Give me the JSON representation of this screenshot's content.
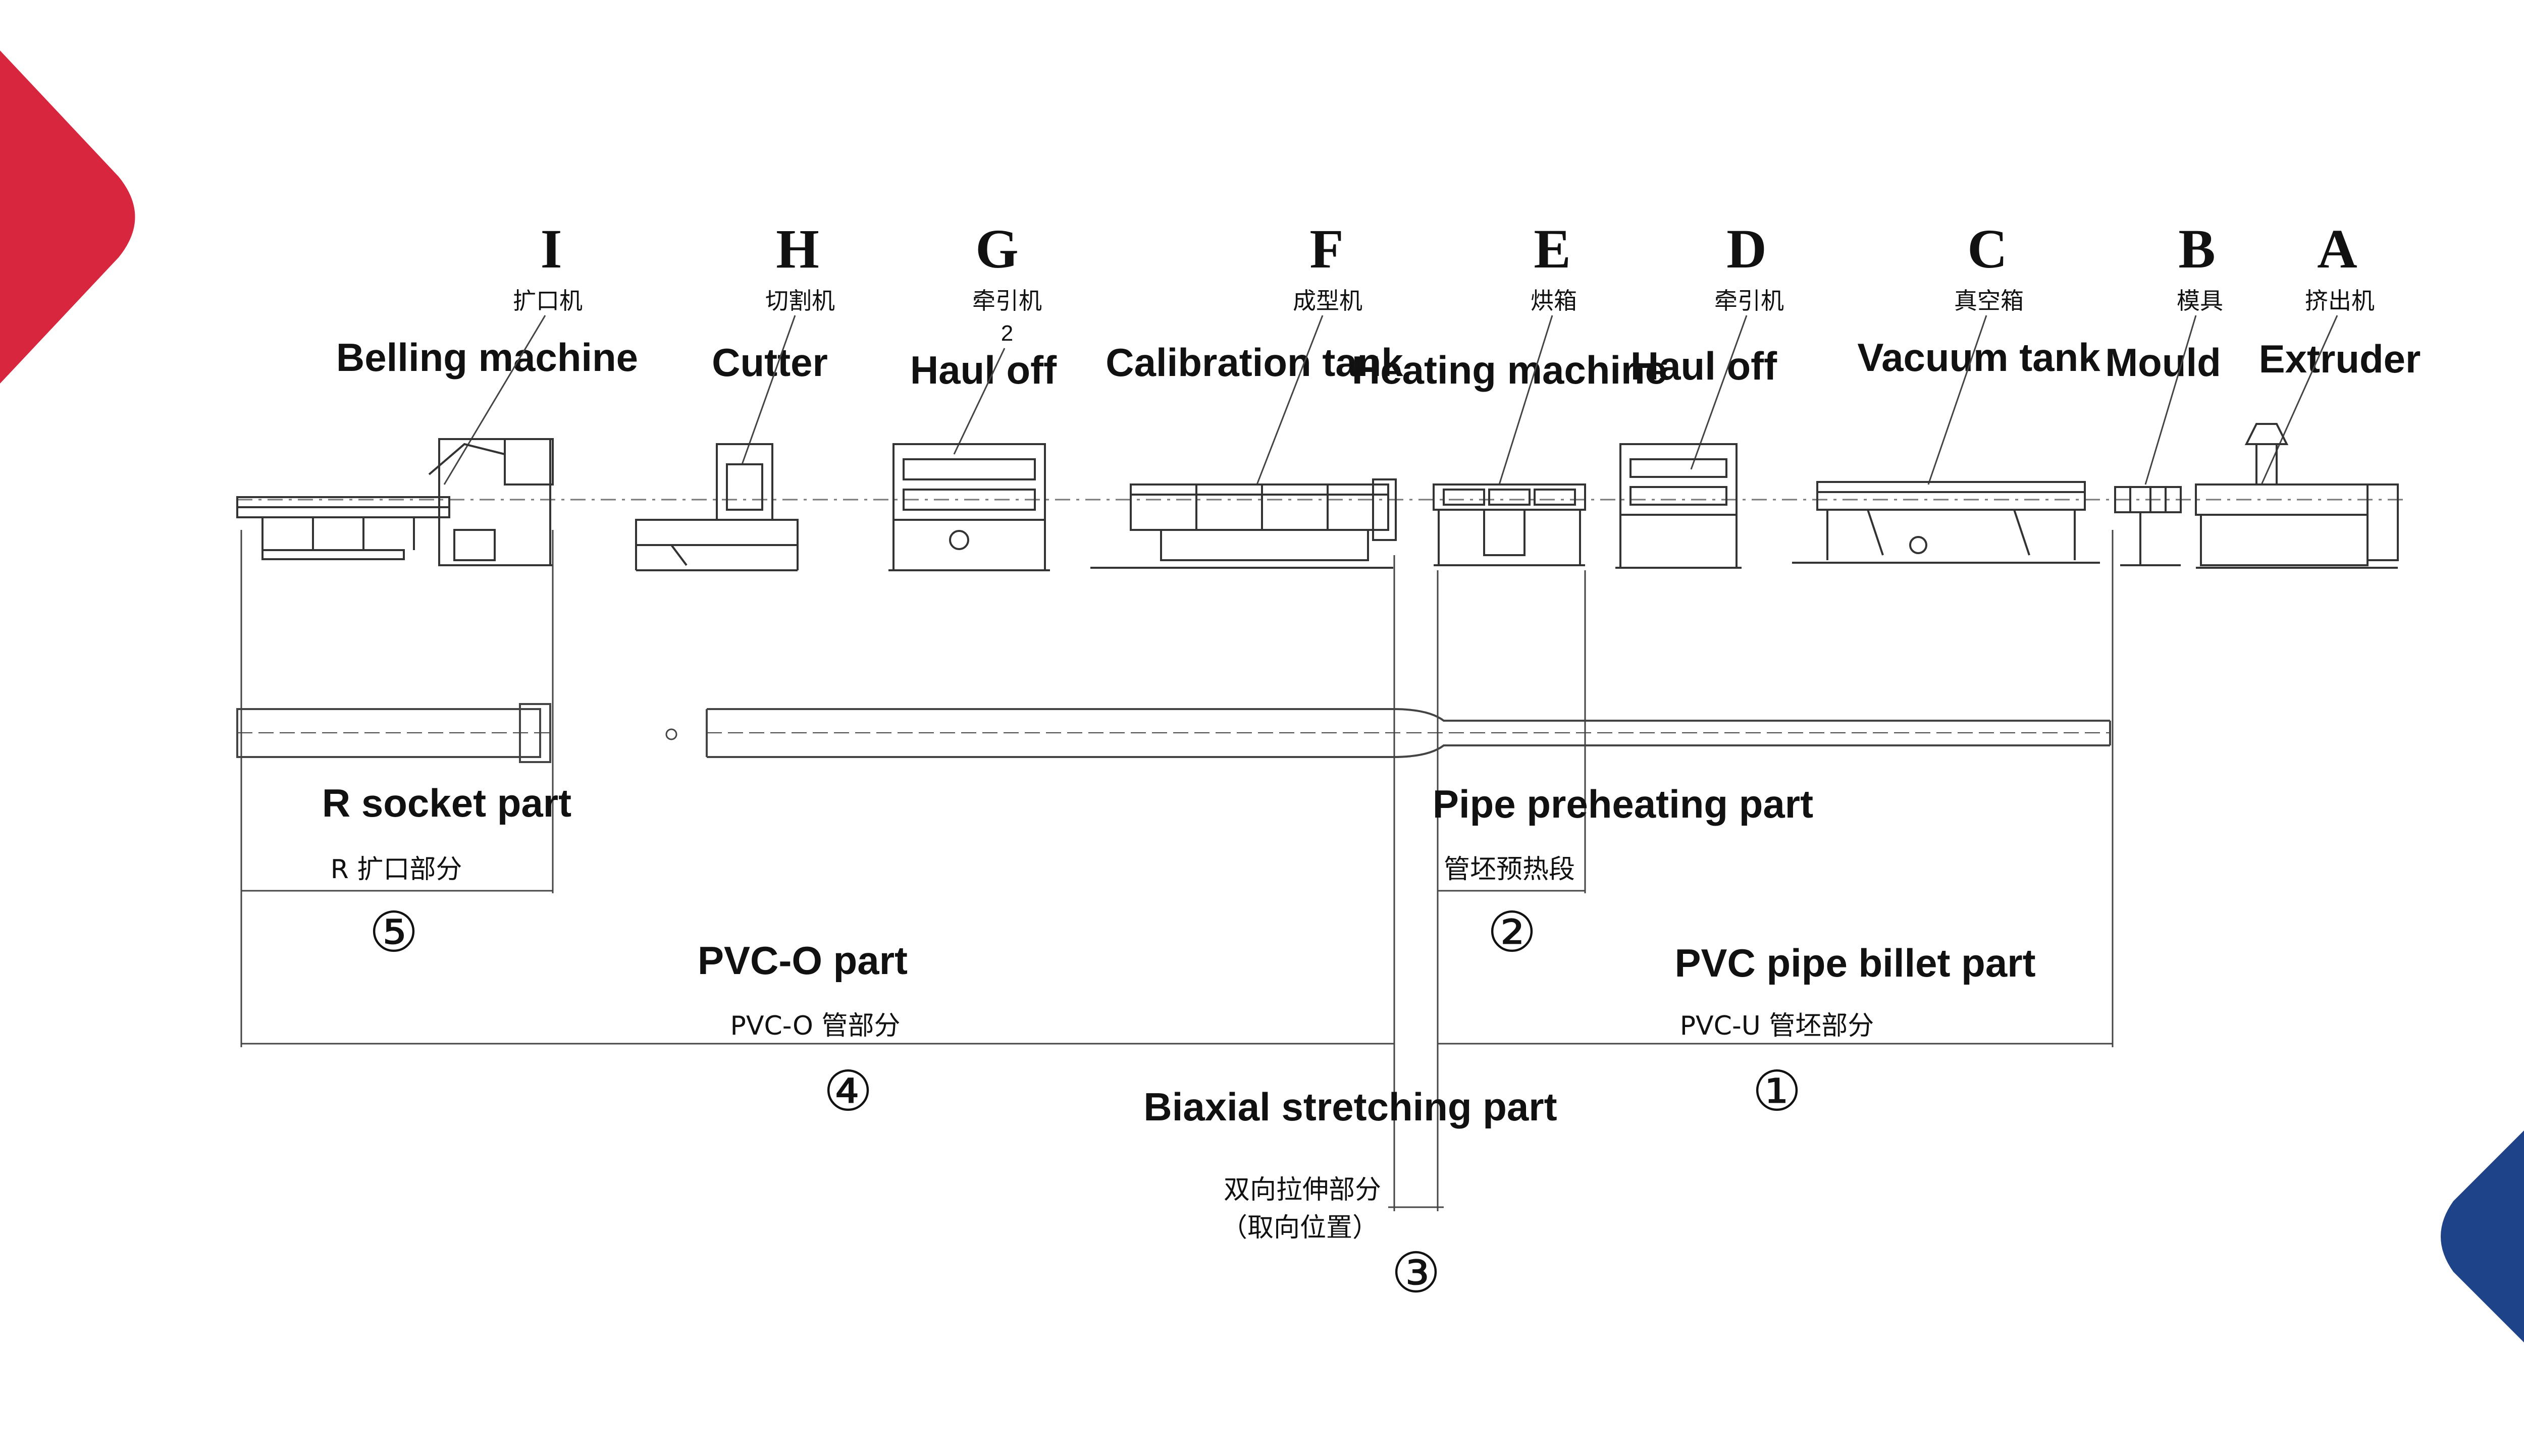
{
  "colors": {
    "corner_left": "#d7263d",
    "corner_right": "#1f4388",
    "line": "#444444",
    "text": "#111111"
  },
  "stations": [
    {
      "letter": "I",
      "cn": "扩口机",
      "en": "Belling machine"
    },
    {
      "letter": "H",
      "cn": "切割机",
      "en": "Cutter"
    },
    {
      "letter": "G",
      "cn": "牵引机",
      "sub": "2",
      "en": "Haul off"
    },
    {
      "letter": "F",
      "cn": "成型机",
      "en": "Calibration tank"
    },
    {
      "letter": "E",
      "cn": "烘箱",
      "en": "Heating machine"
    },
    {
      "letter": "D",
      "cn": "牵引机",
      "en": "Haul off"
    },
    {
      "letter": "C",
      "cn": "真空箱",
      "en": "Vacuum tank"
    },
    {
      "letter": "B",
      "cn": "模具",
      "en": "Mould"
    },
    {
      "letter": "A",
      "cn": "挤出机",
      "en": "Extruder"
    }
  ],
  "sections": {
    "socket": {
      "en": "R socket part",
      "cn": "R 扩口部分",
      "num": "⑤"
    },
    "preheat": {
      "en": "Pipe preheating part",
      "cn": "管坯预热段",
      "num": "②"
    },
    "pvco": {
      "en": "PVC-O part",
      "cn": "PVC-O 管部分",
      "num": "④"
    },
    "billet": {
      "en": "PVC pipe billet part",
      "cn": "PVC-U 管坯部分",
      "num": "①"
    },
    "biaxial": {
      "en": "Biaxial stretching part",
      "cn": "双向拉伸部分",
      "cn2": "（取向位置）",
      "num": "③"
    }
  }
}
